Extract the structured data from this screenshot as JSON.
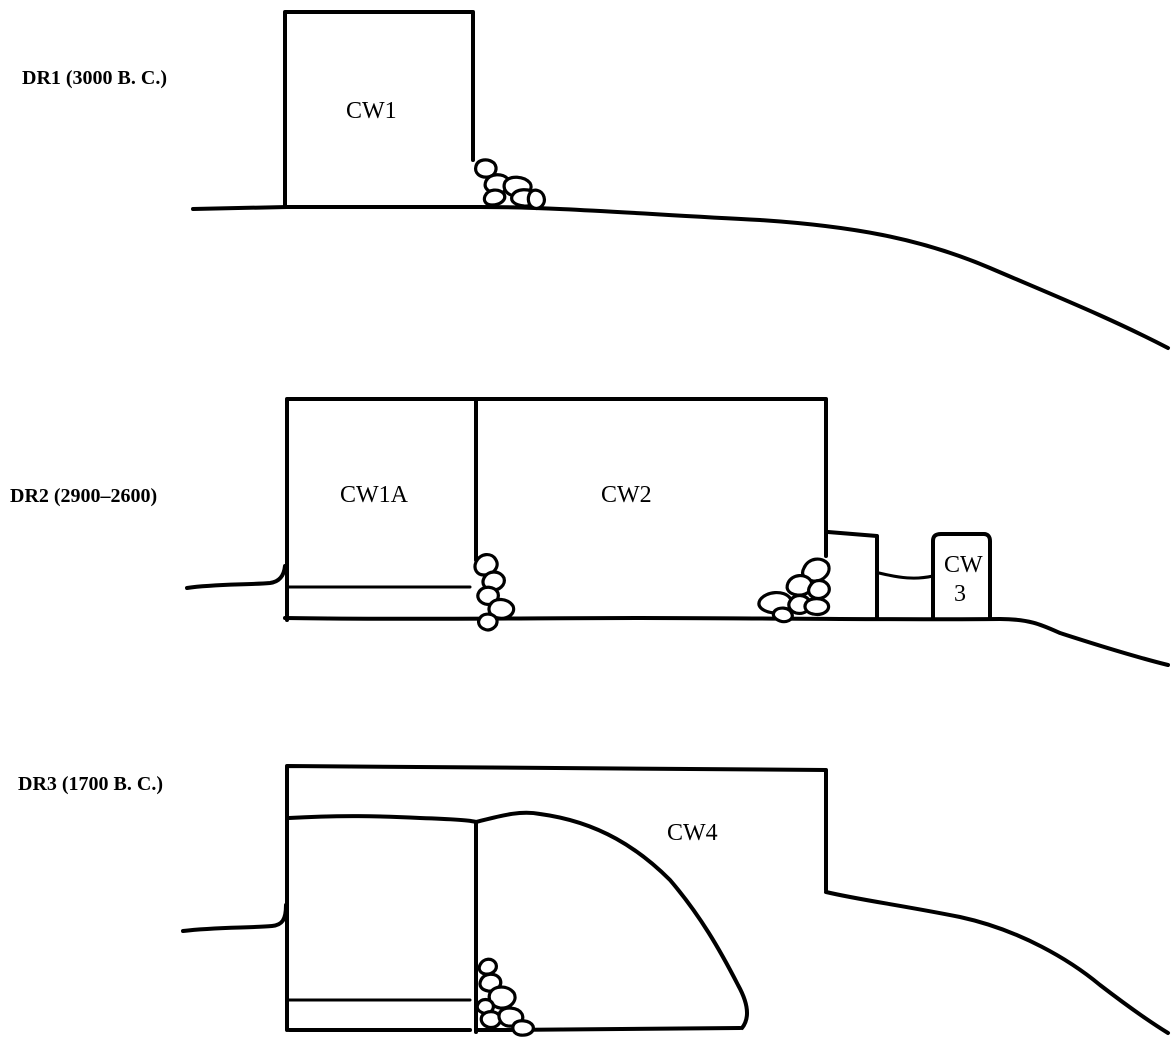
{
  "phases": [
    {
      "label": "DR1 (3000 B. C.)",
      "walls": [
        "CW1"
      ]
    },
    {
      "label": "DR2  (2900–2600)",
      "walls": [
        "CW1A",
        "CW2",
        "CW",
        "3"
      ]
    },
    {
      "label": "DR3  (1700 B. C.)",
      "walls": [
        "CW4"
      ]
    }
  ]
}
